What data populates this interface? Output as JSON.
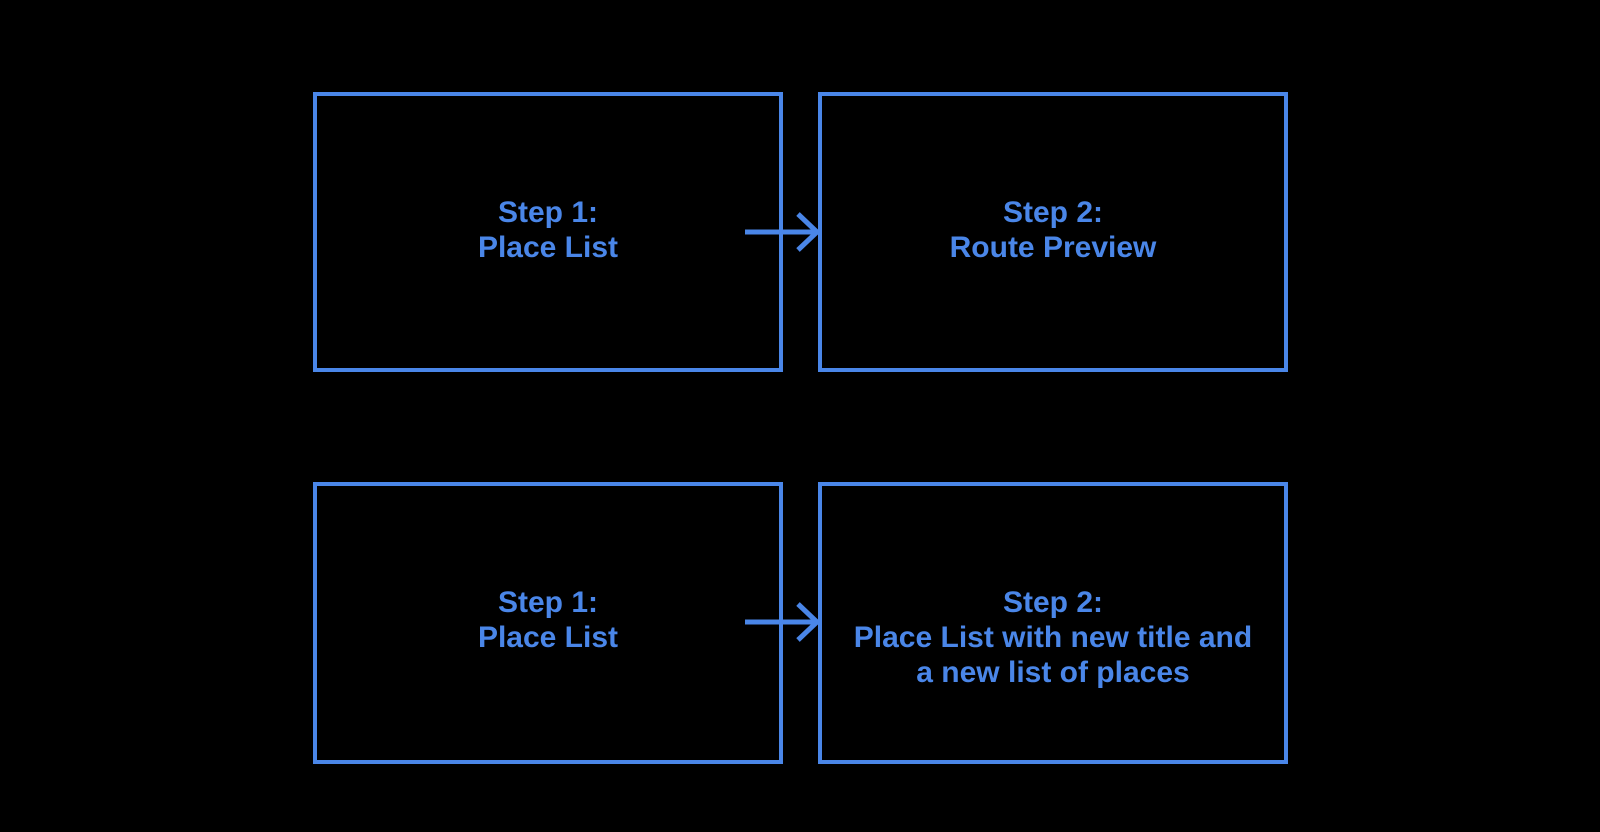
{
  "canvas": {
    "background": "#000000",
    "accent": "#4a86e8"
  },
  "flows": [
    {
      "source": {
        "lines": [
          "Step 1:",
          "Place List"
        ]
      },
      "target": {
        "lines": [
          "Step 2:",
          "Route Preview"
        ]
      }
    },
    {
      "source": {
        "lines": [
          "Step 1:",
          "Place List"
        ]
      },
      "target": {
        "lines": [
          "Step 2:",
          "Place List with new title and",
          "a new list of places"
        ]
      }
    }
  ]
}
